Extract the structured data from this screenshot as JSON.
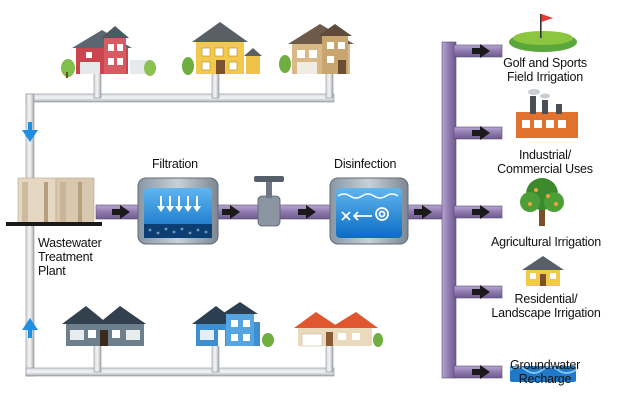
{
  "labels": {
    "wastewater_plant": [
      "Wastewater",
      "Treatment",
      "Plant"
    ],
    "filtration": "Filtration",
    "disinfection": "Disinfection"
  },
  "uses": [
    {
      "icon": "golf-course-icon",
      "lines": [
        "Golf and Sports",
        "Field Irrigation"
      ]
    },
    {
      "icon": "factory-icon",
      "lines": [
        "Industrial/",
        "Commercial Uses"
      ]
    },
    {
      "icon": "tree-icon",
      "lines": [
        "Agricultural Irrigation"
      ]
    },
    {
      "icon": "house-icon",
      "lines": [
        "Residential/",
        "Landscape Irrigation"
      ]
    },
    {
      "icon": "water-icon",
      "lines": [
        "Groundwater",
        "Recharge"
      ]
    }
  ],
  "colors": {
    "pipe_gray": "#a9aeb3",
    "pipe_purple": "#9a86b8",
    "water_blue": "#1f8fe0",
    "arrow": "#1a1a1a"
  },
  "houses_top": [
    "house-red-icon",
    "house-yellow-icon",
    "house-tan-icon"
  ],
  "houses_bottom": [
    "house-slate-icon",
    "house-blue-icon",
    "house-orange-icon"
  ]
}
